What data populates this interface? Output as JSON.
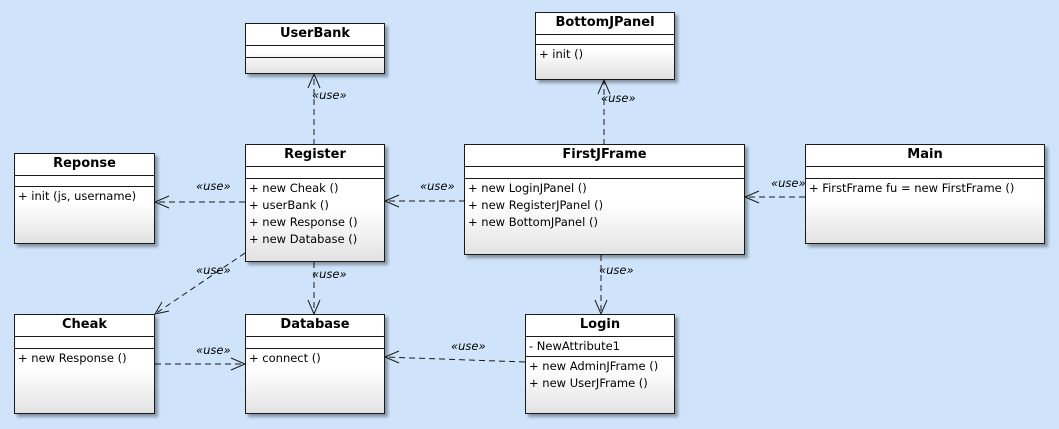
{
  "classes": {
    "userbank": {
      "name": "UserBank",
      "attributes": [],
      "operations": []
    },
    "bottomjpanel": {
      "name": "BottomJPanel",
      "attributes": [],
      "operations": [
        "+ init ()"
      ]
    },
    "reponse": {
      "name": "Reponse",
      "attributes": [],
      "operations": [
        "+ init (js, username)"
      ]
    },
    "register": {
      "name": "Register",
      "attributes": [],
      "operations": [
        "+ new Cheak ()",
        "+ userBank ()",
        "+ new Response ()",
        "+ new Database ()"
      ]
    },
    "firstjframe": {
      "name": "FirstJFrame",
      "attributes": [],
      "operations": [
        "+ new LoginJPanel ()",
        "+ new RegisterJPanel ()",
        "+ new BottomJPanel ()"
      ]
    },
    "main": {
      "name": "Main",
      "attributes": [],
      "operations": [
        "+ FirstFrame fu = new FirstFrame ()"
      ]
    },
    "cheak": {
      "name": "Cheak",
      "attributes": [],
      "operations": [
        "+ new Response ()"
      ]
    },
    "database": {
      "name": "Database",
      "attributes": [],
      "operations": [
        "+ connect ()"
      ]
    },
    "login": {
      "name": "Login",
      "attributes": [
        "- NewAttribute1"
      ],
      "operations": [
        "+ new AdminJFrame ()",
        "+ new UserJFrame ()"
      ]
    }
  },
  "relations": [
    {
      "from": "Register",
      "to": "UserBank",
      "label": "«use»"
    },
    {
      "from": "FirstJFrame",
      "to": "BottomJPanel",
      "label": "«use»"
    },
    {
      "from": "Register",
      "to": "Reponse",
      "label": "«use»"
    },
    {
      "from": "FirstJFrame",
      "to": "Register",
      "label": "«use»"
    },
    {
      "from": "Main",
      "to": "FirstJFrame",
      "label": "«use»"
    },
    {
      "from": "Register",
      "to": "Cheak",
      "label": "«use»"
    },
    {
      "from": "Register",
      "to": "Database",
      "label": "«use»"
    },
    {
      "from": "FirstJFrame",
      "to": "Login",
      "label": "«use»"
    },
    {
      "from": "Cheak",
      "to": "Database",
      "label": "«use»"
    },
    {
      "from": "Login",
      "to": "Database",
      "label": "«use»"
    }
  ],
  "colors": {
    "background": "#cfe4fb",
    "line": "#1a1a1a"
  }
}
